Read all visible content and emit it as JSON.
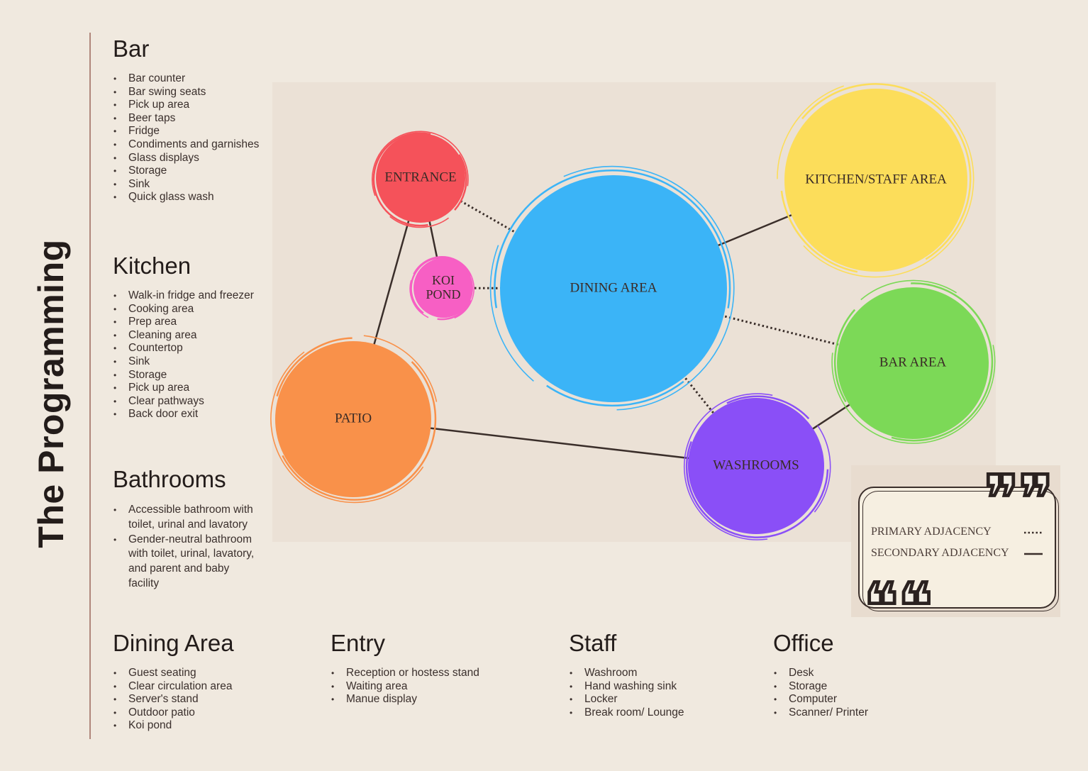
{
  "page": {
    "title": "The Programming"
  },
  "sections": {
    "bar": {
      "heading": "Bar",
      "items": [
        "Bar counter",
        "Bar swing seats",
        "Pick up area",
        "Beer taps",
        "Fridge",
        "Condiments and garnishes",
        "Glass displays",
        "Storage",
        "Sink",
        "Quick glass wash"
      ]
    },
    "kitchen": {
      "heading": "Kitchen",
      "items": [
        "Walk-in fridge and freezer",
        "Cooking area",
        "Prep area",
        "Cleaning area",
        "Countertop",
        "Sink",
        "Storage",
        "Pick up area",
        "Clear pathways",
        "Back door exit"
      ]
    },
    "bathrooms": {
      "heading": "Bathrooms",
      "items": [
        "Accessible bathroom with toilet, urinal and lavatory",
        "Gender-neutral bathroom with toilet, urinal, lavatory, and parent and baby facility"
      ]
    },
    "dining": {
      "heading": "Dining Area",
      "items": [
        "Guest seating",
        "Clear circulation area",
        "Server's stand",
        "Outdoor patio",
        "Koi pond"
      ]
    },
    "entry": {
      "heading": "Entry",
      "items": [
        "Reception or hostess stand",
        "Waiting area",
        "Manue display"
      ]
    },
    "staff": {
      "heading": "Staff",
      "items": [
        "Washroom",
        "Hand washing sink",
        "Locker",
        "Break room/ Lounge"
      ]
    },
    "office": {
      "heading": "Office",
      "items": [
        "Desk",
        "Storage",
        "Computer",
        "Scanner/ Printer"
      ]
    }
  },
  "diagram": {
    "nodes": [
      {
        "id": "entrance",
        "label": "ENTRANCE",
        "color": "#f5525a"
      },
      {
        "id": "koi",
        "label": "KOI\nPOND",
        "color": "#f75fc4"
      },
      {
        "id": "dining",
        "label": "DINING AREA",
        "color": "#3bb4f7"
      },
      {
        "id": "kitchen",
        "label": "KITCHEN/STAFF AREA",
        "color": "#fcdd5a"
      },
      {
        "id": "bar",
        "label": "BAR AREA",
        "color": "#7cd957"
      },
      {
        "id": "patio",
        "label": "PATIO",
        "color": "#f9914a"
      },
      {
        "id": "washrooms",
        "label": "WASHROOMS",
        "color": "#8a4ff7"
      }
    ],
    "edges": [
      {
        "from": "entrance",
        "to": "dining",
        "type": "primary"
      },
      {
        "from": "koi",
        "to": "dining",
        "type": "primary"
      },
      {
        "from": "dining",
        "to": "bar",
        "type": "primary"
      },
      {
        "from": "dining",
        "to": "washrooms",
        "type": "primary"
      },
      {
        "from": "entrance",
        "to": "koi",
        "type": "secondary"
      },
      {
        "from": "entrance",
        "to": "patio",
        "type": "secondary"
      },
      {
        "from": "dining",
        "to": "kitchen",
        "type": "secondary"
      },
      {
        "from": "patio",
        "to": "washrooms",
        "type": "secondary"
      },
      {
        "from": "bar",
        "to": "washrooms",
        "type": "secondary"
      }
    ]
  },
  "legend": {
    "primary": "PRIMARY ADJACENCY",
    "secondary": "SECONDARY ADJACENCY"
  }
}
